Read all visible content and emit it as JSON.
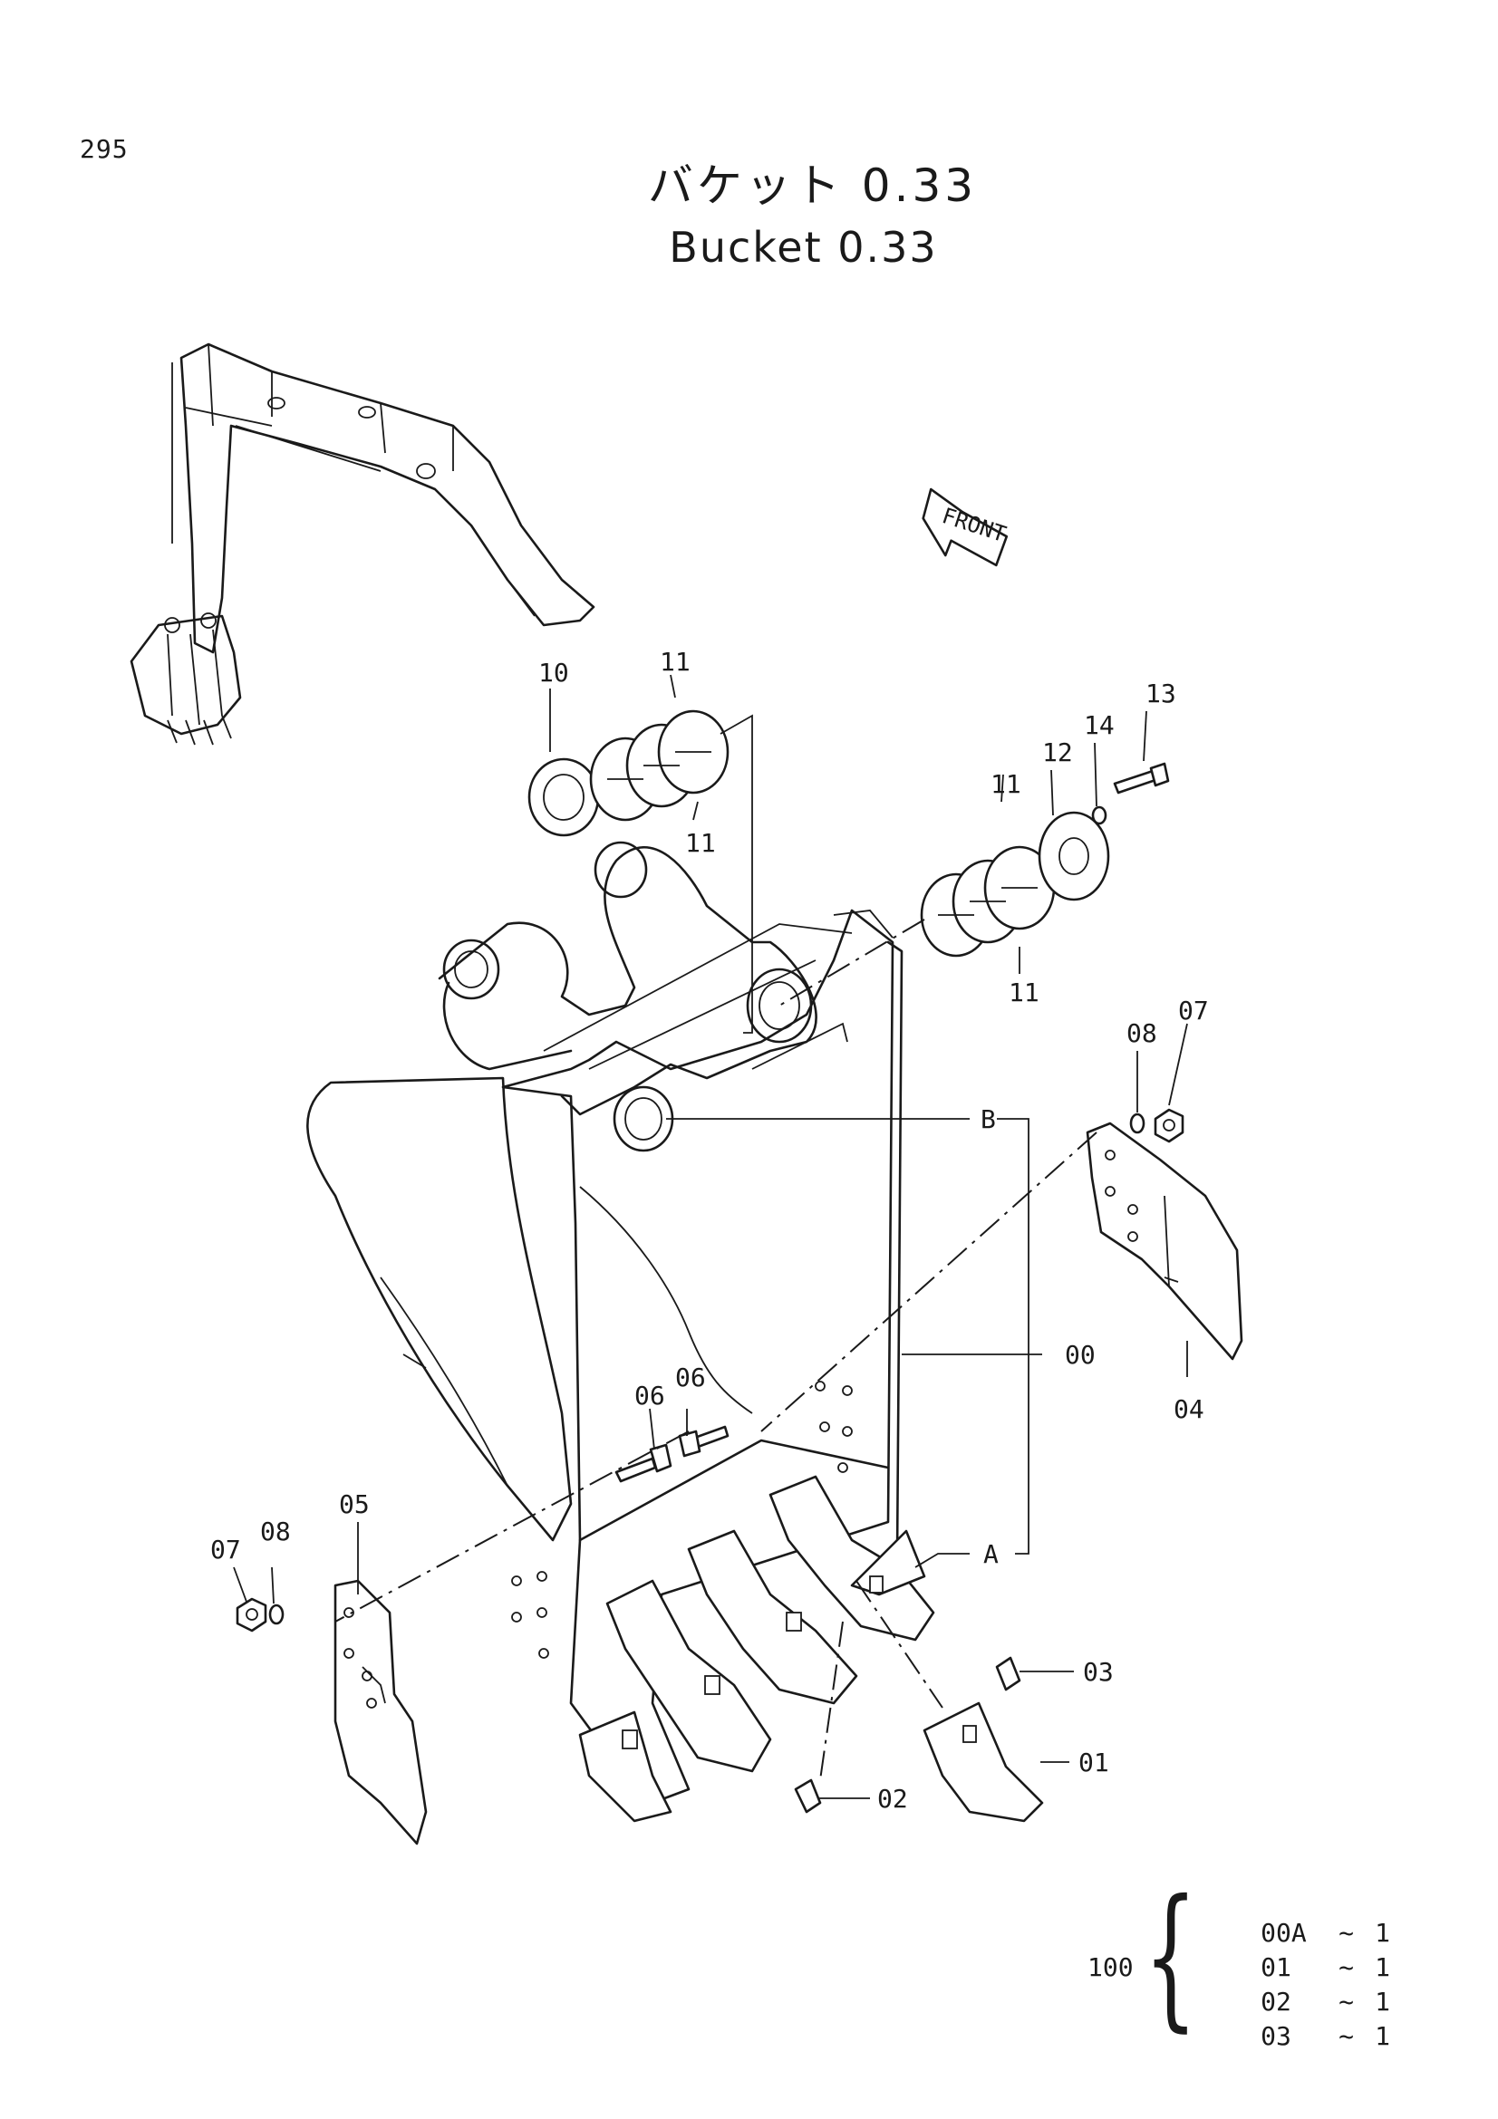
{
  "page_number": "295",
  "title": {
    "japanese": "バケット 0.33",
    "english": "Bucket 0.33"
  },
  "front_arrow_label": "FRONT",
  "callouts": {
    "c00": "00",
    "c01": "01",
    "c02": "02",
    "c03": "03",
    "c04": "04",
    "c05": "05",
    "c06a": "06",
    "c06b": "06",
    "c07a": "07",
    "c07b": "07",
    "c08a": "08",
    "c08b": "08",
    "c10": "10",
    "c11a": "11",
    "c11b": "11",
    "c11c": "11",
    "c11d": "11",
    "c12": "12",
    "c13": "13",
    "c14": "14",
    "cA": "A",
    "cB": "B"
  },
  "kit": {
    "main": "100",
    "rows": [
      {
        "part": "00A",
        "sep": "~",
        "qty": "1"
      },
      {
        "part": "01",
        "sep": "~",
        "qty": "1"
      },
      {
        "part": "02",
        "sep": "~",
        "qty": "1"
      },
      {
        "part": "03",
        "sep": "~",
        "qty": "1"
      }
    ]
  }
}
